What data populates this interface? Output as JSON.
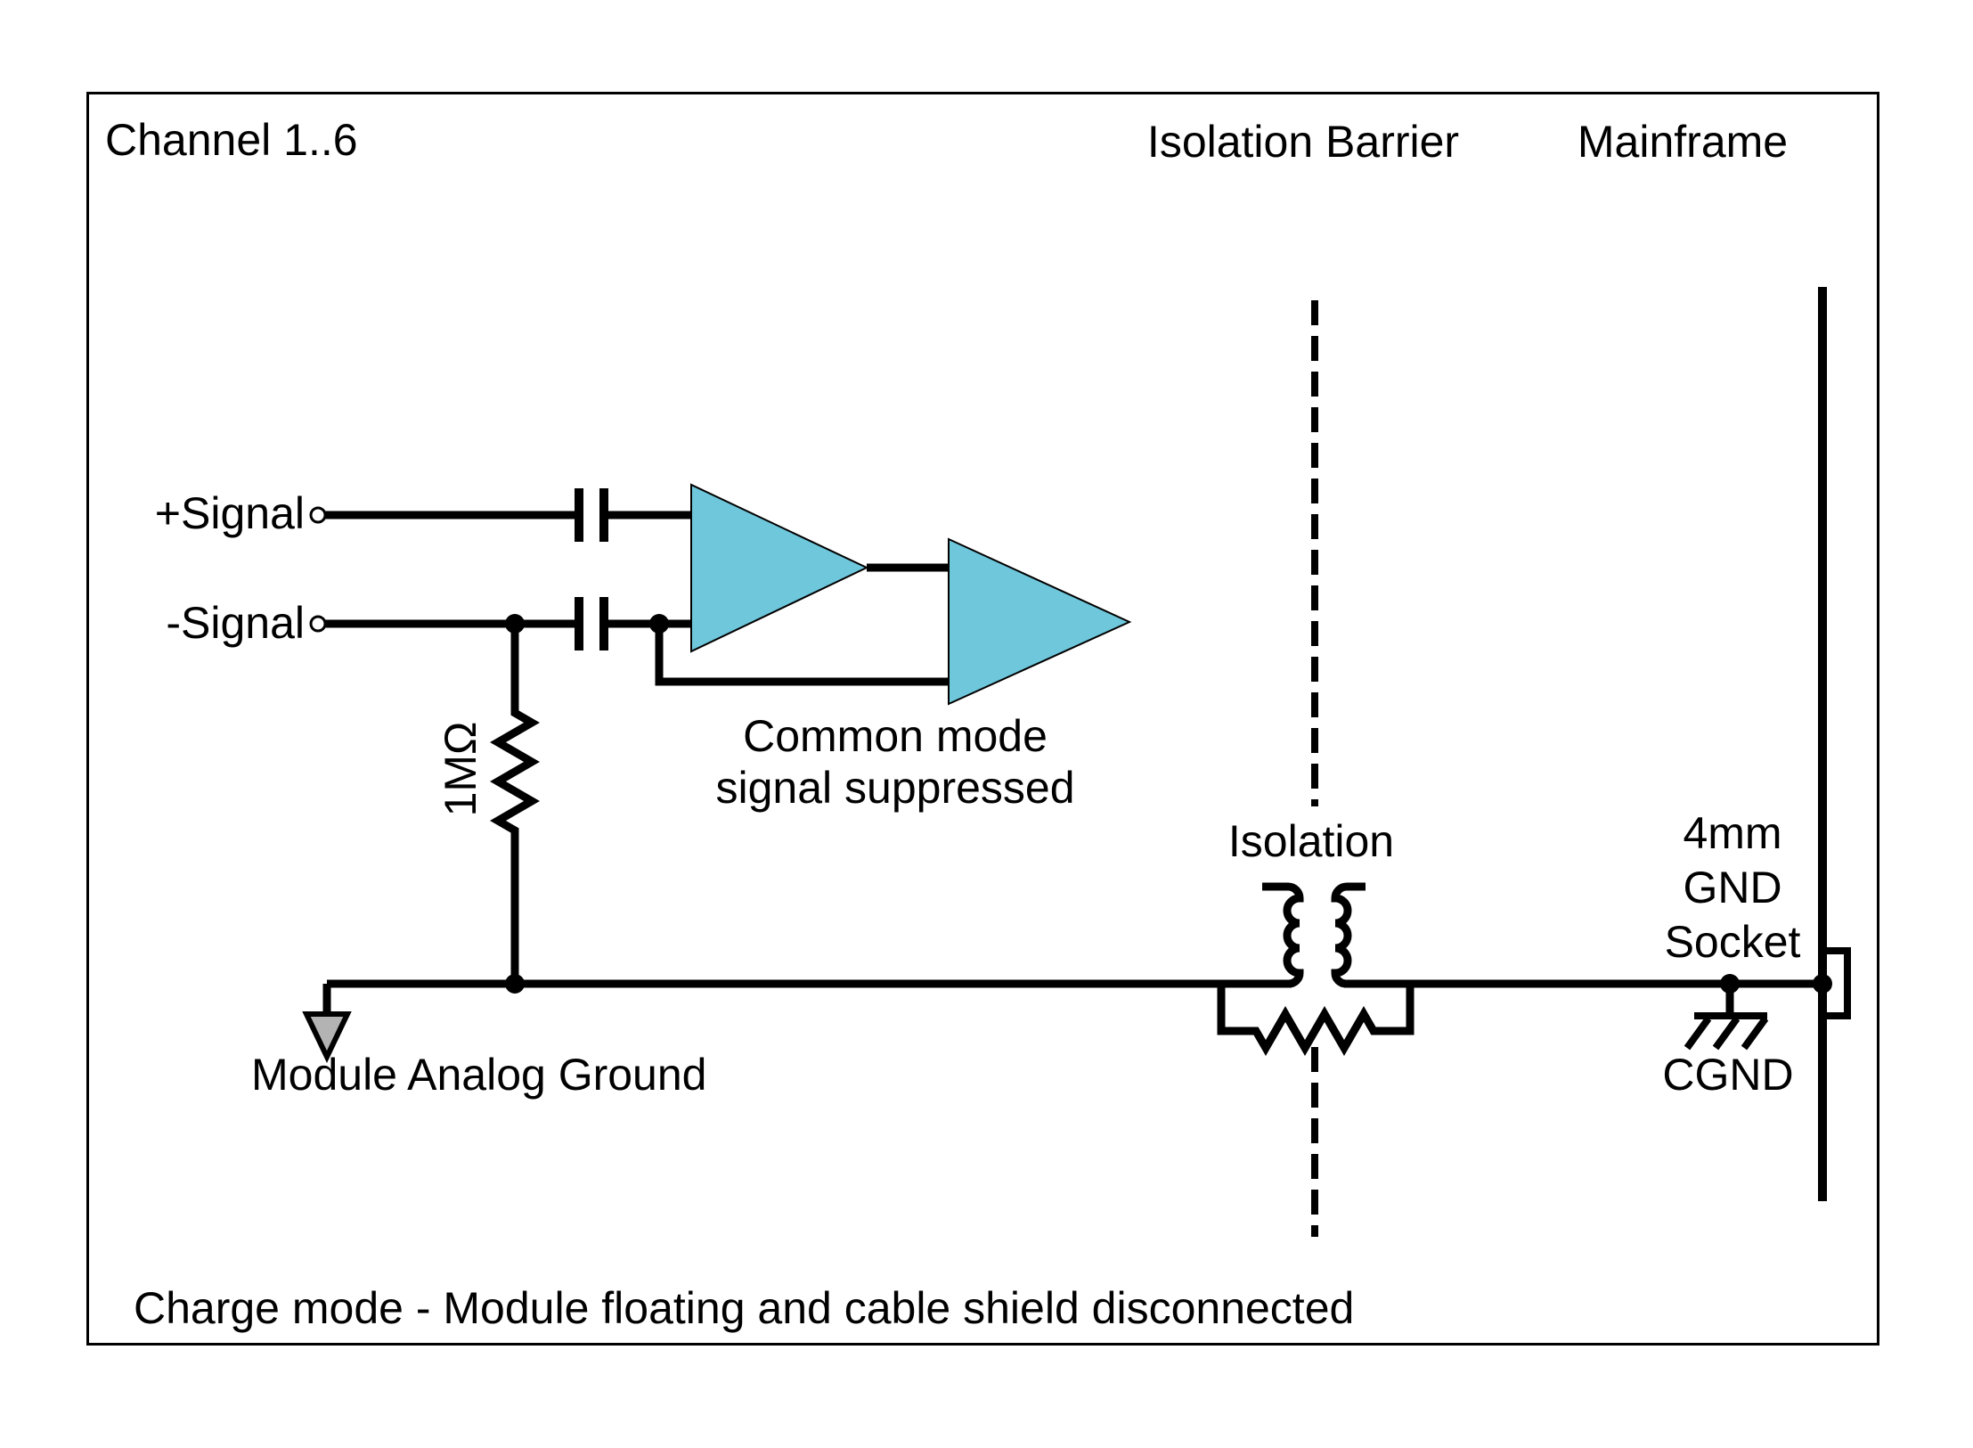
{
  "title": {
    "channel": "Channel 1..6",
    "isolation_barrier": "Isolation Barrier",
    "mainframe": "Mainframe"
  },
  "labels": {
    "plus_signal": "+Signal",
    "minus_signal": "-Signal",
    "input_resistance": "1MΩ",
    "common_mode_1": "Common mode",
    "common_mode_2": "signal suppressed",
    "isolation": "Isolation",
    "module_ground": "Module Analog Ground",
    "socket_1": "4mm",
    "socket_2": "GND",
    "socket_3": "Socket",
    "chassis_ground": "CGND"
  },
  "caption": "Charge mode - Module floating and cable shield disconnected",
  "colors": {
    "amplifier_fill": "#6FC7DC",
    "ground_arrow_fill": "#B3B3B3",
    "line": "#000000",
    "background": "#FFFFFF"
  }
}
